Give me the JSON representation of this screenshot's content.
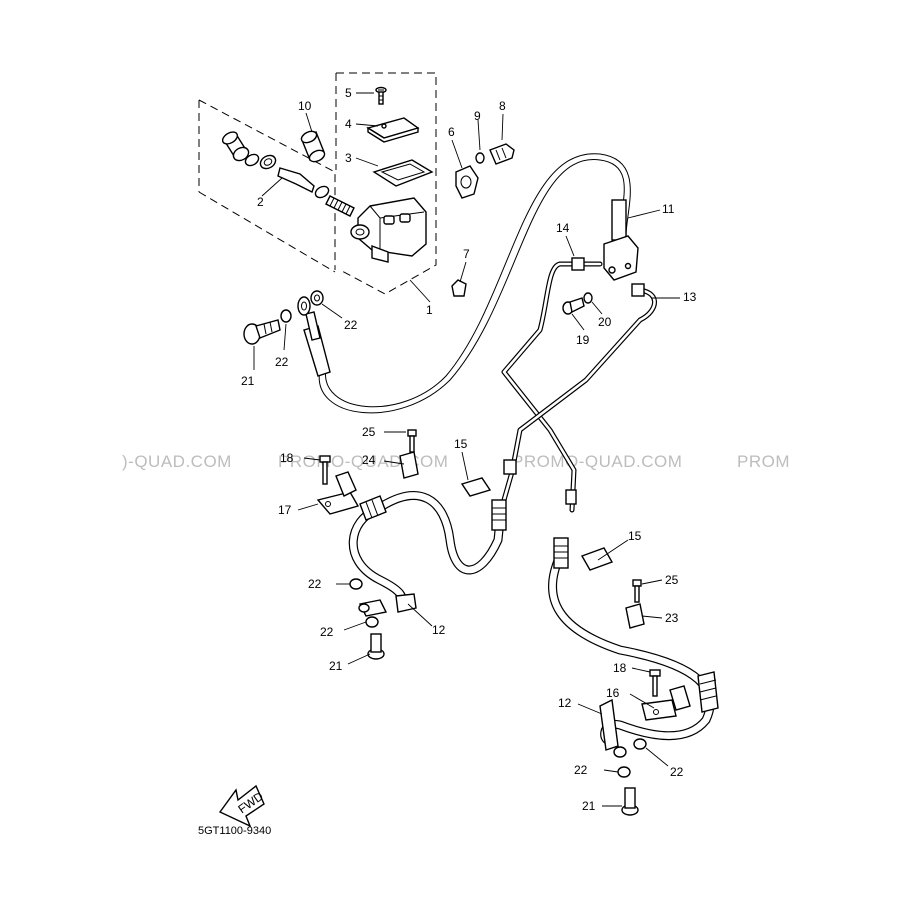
{
  "diagram_code": "5GT1100-9340",
  "fwd_label": "FWD",
  "watermark": {
    "left": ")-QUAD.COM",
    "center_left": "PROMO-QUAD.COM",
    "center_right": "PROMO-QUAD.COM",
    "right": "PROM"
  },
  "callouts": {
    "c1": "1",
    "c2": "2",
    "c3": "3",
    "c4": "4",
    "c5": "5",
    "c6": "6",
    "c7": "7",
    "c8": "8",
    "c9": "9",
    "c10": "10",
    "c11": "11",
    "c12a": "12",
    "c12b": "12",
    "c13": "13",
    "c14": "14",
    "c15a": "15",
    "c15b": "15",
    "c16": "16",
    "c17": "17",
    "c18a": "18",
    "c18b": "18",
    "c19": "19",
    "c20": "20",
    "c21a": "21",
    "c21b": "21",
    "c21c": "21",
    "c22a": "22",
    "c22b": "22",
    "c22c": "22",
    "c22d": "22",
    "c22e": "22",
    "c22f": "22",
    "c23": "23",
    "c24": "24",
    "c25a": "25",
    "c25b": "25"
  }
}
